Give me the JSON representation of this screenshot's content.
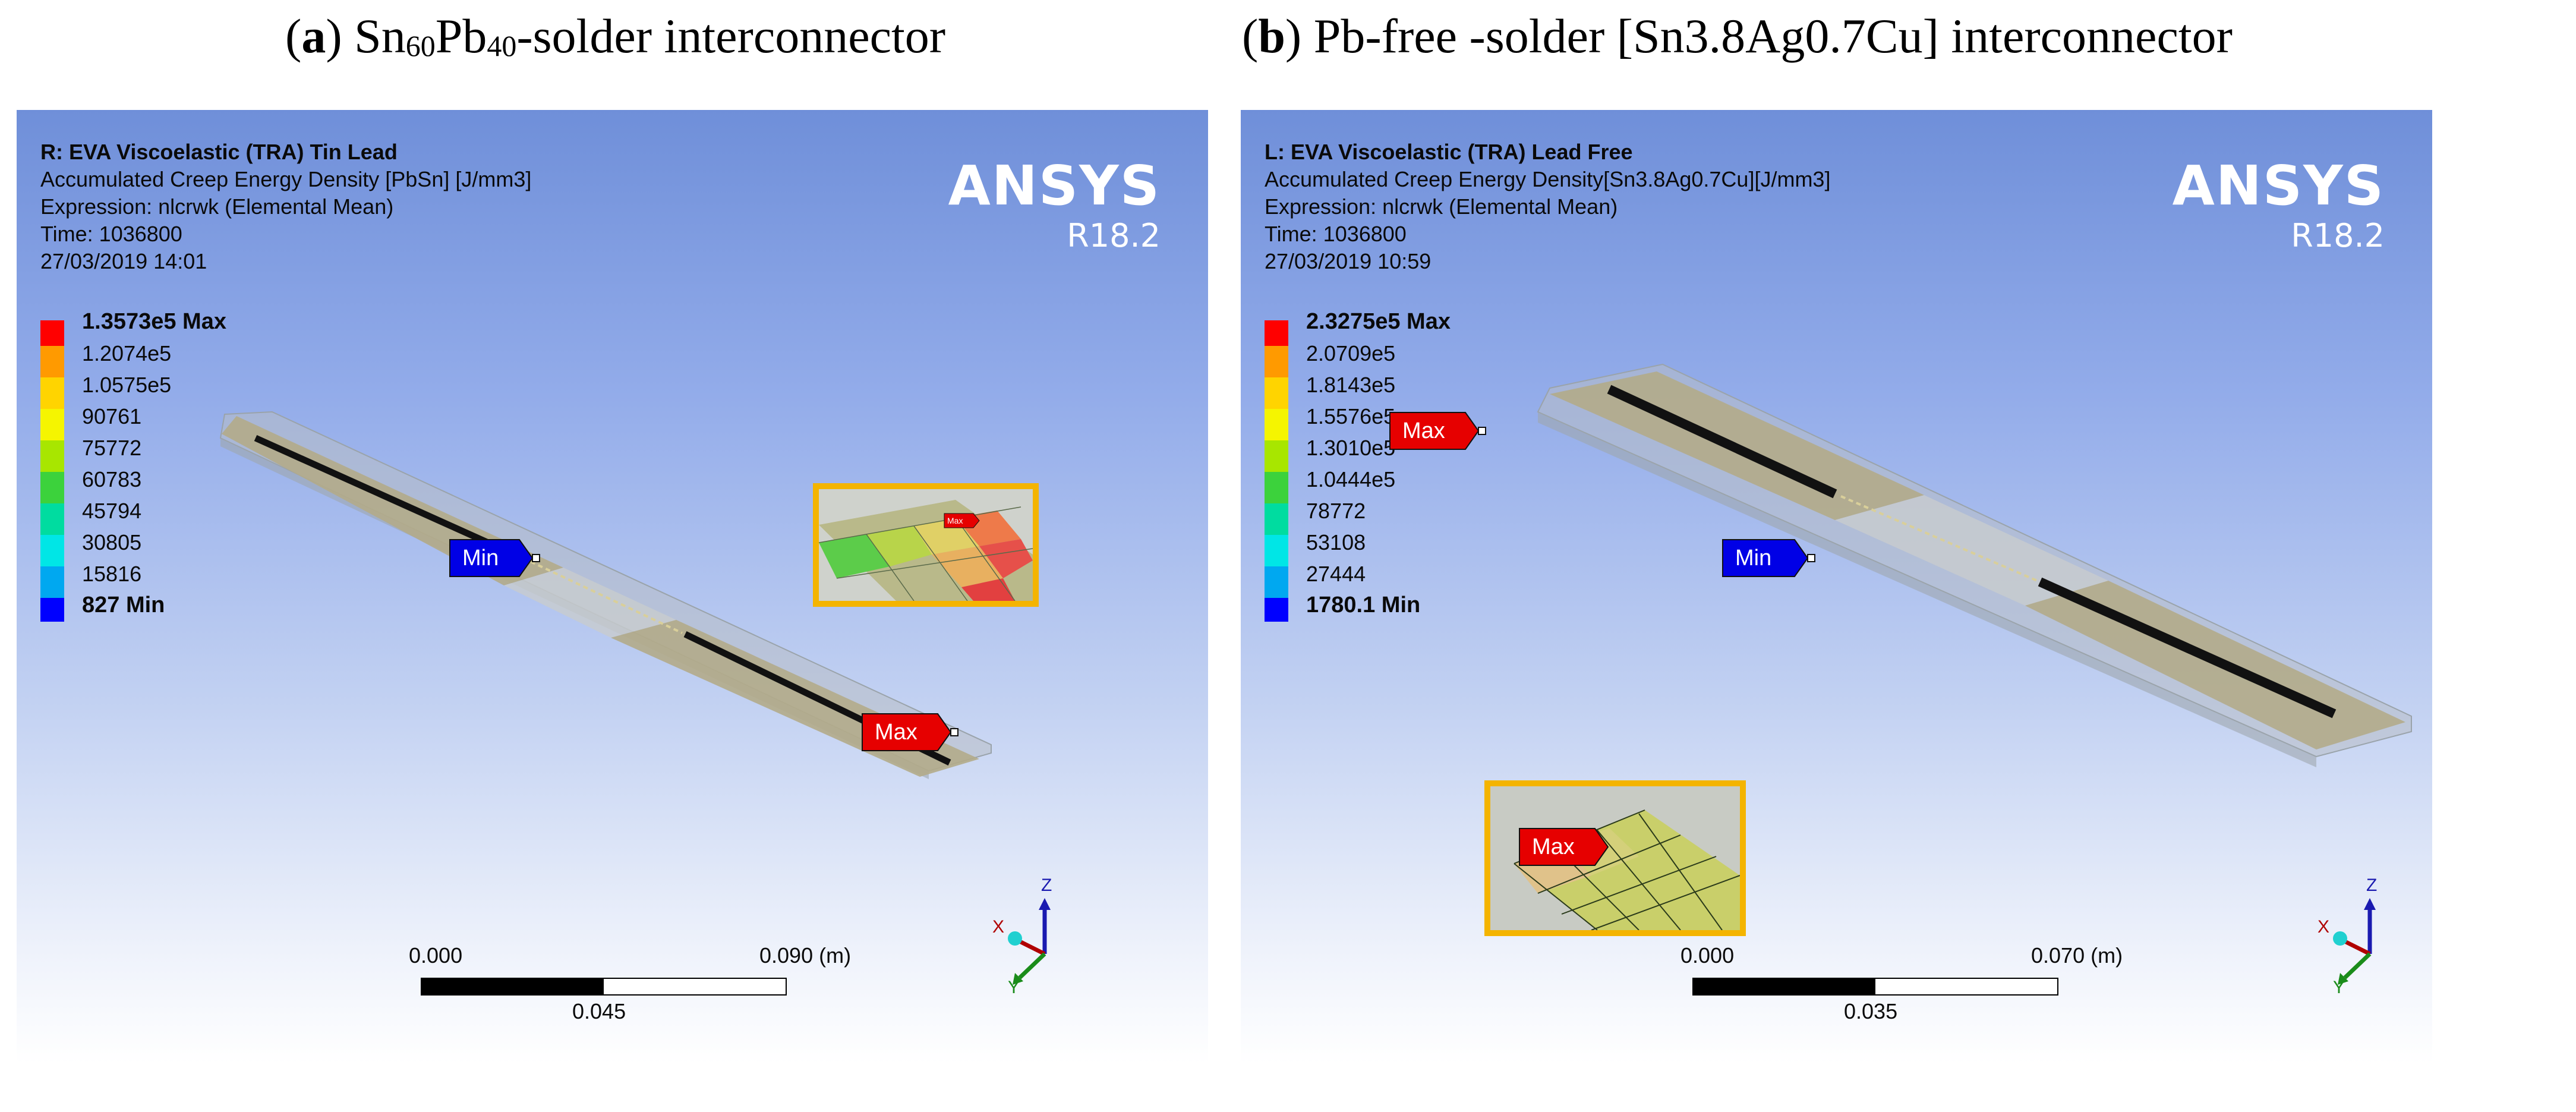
{
  "captions": {
    "a": {
      "letter": "a",
      "pre": "Sn",
      "sub1": "60",
      "mid": "Pb",
      "sub2": "40",
      "post": "-solder interconnector"
    },
    "b": {
      "letter": "b",
      "text": "Pb-free -solder [Sn3.8Ag0.7Cu] interconnector"
    }
  },
  "panels": [
    {
      "title": "R: EVA Viscoelastic (TRA) Tin Lead",
      "quantity": "Accumulated Creep Energy Density [PbSn] [J/mm3]",
      "expression": "Expression: nlcrwk (Elemental Mean)",
      "time": "Time: 1036800",
      "date": "27/03/2019 14:01",
      "logo": {
        "name": "ANSYS",
        "version": "R18.2"
      },
      "legend": [
        "1.3573e5 Max",
        "1.2074e5",
        "1.0575e5",
        "90761",
        "75772",
        "60783",
        "45794",
        "30805",
        "15816",
        "827 Min"
      ],
      "scale": {
        "start": "0.000",
        "mid": "0.045",
        "end": "0.090 (m)"
      },
      "tags": {
        "min": "Min",
        "max": "Max",
        "inset_max": "Max"
      },
      "axes": {
        "x": "X",
        "y": "Y",
        "z": "Z"
      }
    },
    {
      "title": "L: EVA Viscoelastic (TRA) Lead Free",
      "quantity": "Accumulated Creep Energy Density[Sn3.8Ag0.7Cu][J/mm3]",
      "expression": "Expression: nlcrwk (Elemental Mean)",
      "time": "Time: 1036800",
      "date": "27/03/2019 10:59",
      "logo": {
        "name": "ANSYS",
        "version": "R18.2"
      },
      "legend": [
        "2.3275e5 Max",
        "2.0709e5",
        "1.8143e5",
        "1.5576e5",
        "1.3010e5",
        "1.0444e5",
        "78772",
        "53108",
        "27444",
        "1780.1 Min"
      ],
      "scale": {
        "start": "0.000",
        "mid": "0.035",
        "end": "0.070 (m)"
      },
      "tags": {
        "min": "Min",
        "max": "Max",
        "inset_max": "Max"
      },
      "axes": {
        "x": "X",
        "y": "Y",
        "z": "Z"
      }
    }
  ],
  "colors": {
    "legend": [
      "#ff0000",
      "#ff9a00",
      "#ffd400",
      "#f5f500",
      "#a8e600",
      "#3cd23c",
      "#00dca0",
      "#00e6e6",
      "#00a8f0",
      "#0000ff"
    ],
    "inset_border": "#f4b400",
    "max_tag": "#e60000",
    "min_tag": "#0000e6"
  }
}
